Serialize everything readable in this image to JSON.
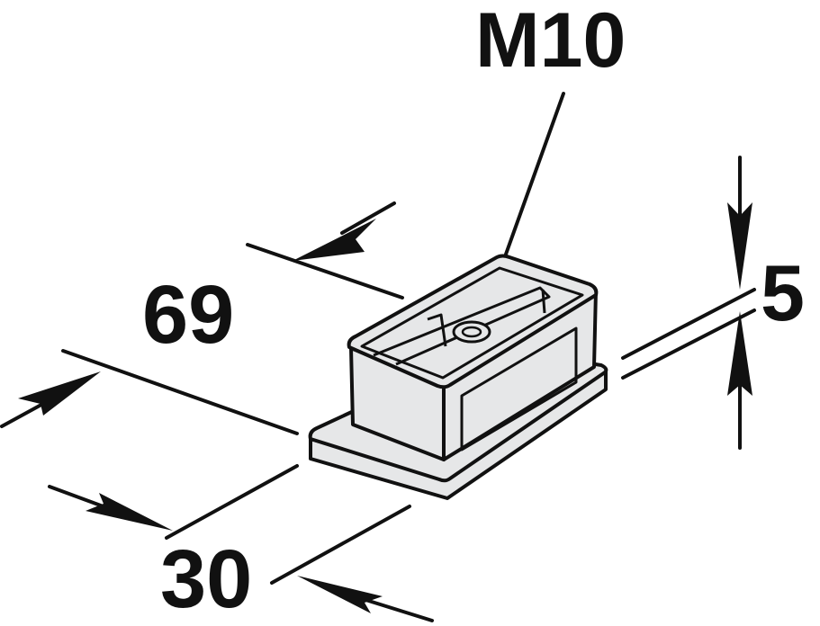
{
  "diagram": {
    "labels": {
      "thread": "M10",
      "length": "69",
      "width": "30",
      "height": "5"
    },
    "colors": {
      "line": "#111111",
      "part_fill": "#e6e7e8"
    }
  }
}
